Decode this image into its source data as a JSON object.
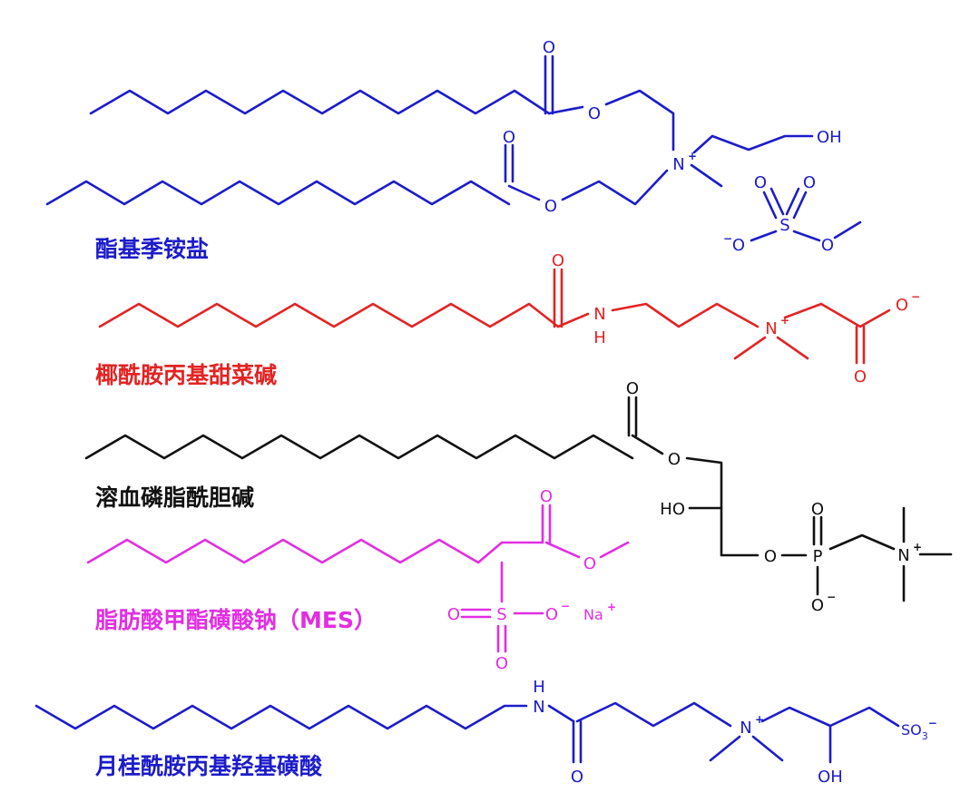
{
  "colors": {
    "blue": "#1c1ccb",
    "red": "#e32323",
    "black": "#111111",
    "magenta": "#e22ee2"
  },
  "molecules": [
    {
      "name": "酯基季铵盐",
      "color": "#1c1ccb",
      "atoms": {
        "o1_carbonyl": "O",
        "o1_ester": "O",
        "o2_carbonyl": "O",
        "o2_ester": "O",
        "n": "N",
        "n_charge": "+",
        "oh": "OH",
        "s": "S",
        "s_o_top_left": "O",
        "s_o_top_right": "O",
        "s_o_minus": "O",
        "s_o_minus_charge": "−",
        "s_o_methyl": "O"
      }
    },
    {
      "name": "椰酰胺丙基甜菜碱",
      "color": "#e32323",
      "atoms": {
        "o_carbonyl": "O",
        "nh_n": "N",
        "nh_h": "H",
        "n": "N",
        "n_charge": "+",
        "o_minus": "O",
        "o_minus_charge": "−",
        "o_carbonyl2": "O"
      }
    },
    {
      "name": "溶血磷脂酰胆碱",
      "color": "#111111",
      "atoms": {
        "o_carbonyl": "O",
        "o_ester": "O",
        "ho": "HO",
        "o_phos": "O",
        "p": "P",
        "p_o_top": "O",
        "p_o_minus": "O",
        "p_o_minus_charge": "−",
        "n": "N",
        "n_charge": "+"
      }
    },
    {
      "name": "脂肪酸甲酯磺酸钠（MES）",
      "color": "#e22ee2",
      "atoms": {
        "o_carbonyl": "O",
        "o_ester": "O",
        "s": "S",
        "s_o_left": "O",
        "s_o_bottom": "O",
        "s_o_minus": "O",
        "s_o_minus_charge": "−",
        "na": "Na",
        "na_charge": "+"
      }
    },
    {
      "name": "月桂酰胺丙基羟基磺酸",
      "color": "#1c1ccb",
      "atoms": {
        "nh_h": "H",
        "nh_n": "N",
        "o_carbonyl": "O",
        "n": "N",
        "n_charge": "+",
        "oh": "OH",
        "so3": "SO",
        "so3_sub": "3",
        "so3_charge": "−"
      }
    }
  ]
}
